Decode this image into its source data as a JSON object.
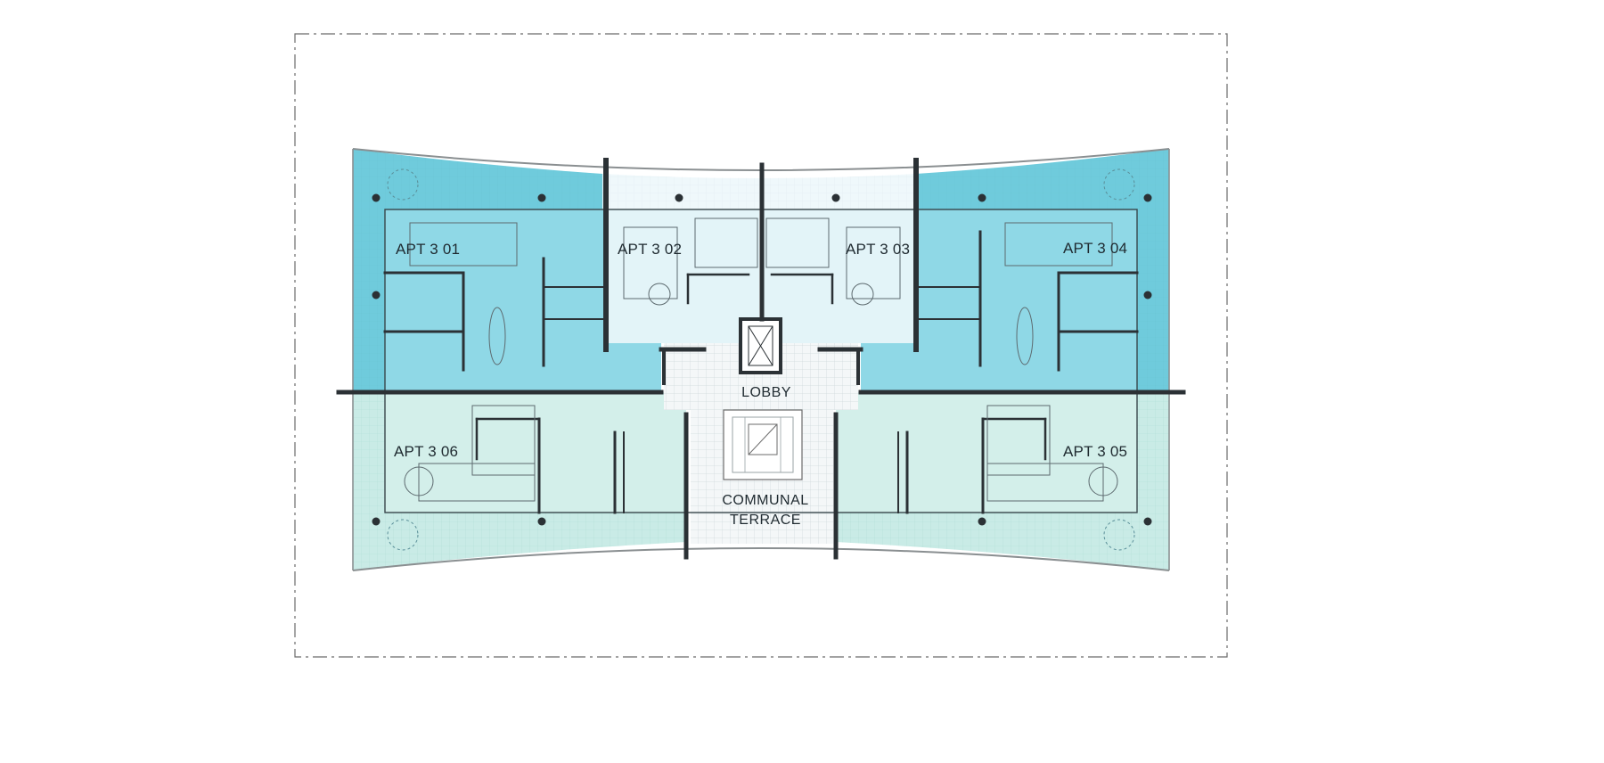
{
  "plan": {
    "apartments": [
      {
        "id": "apt-301",
        "label": "APT 3 01"
      },
      {
        "id": "apt-302",
        "label": "APT 3 02"
      },
      {
        "id": "apt-303",
        "label": "APT 3 03"
      },
      {
        "id": "apt-304",
        "label": "APT 3 04"
      },
      {
        "id": "apt-305",
        "label": "APT 3 05"
      },
      {
        "id": "apt-306",
        "label": "APT 3 06"
      }
    ],
    "core": {
      "lobby": "LOBBY",
      "terrace_line1": "COMMUNAL",
      "terrace_line2": "TERRACE"
    },
    "colors": {
      "apt_dark": "#4fc3d6",
      "apt_light": "#dff3f7",
      "apt_mint": "#bfe6e0",
      "balcony_dark": "#7fd3e0",
      "wall": "#2b3135",
      "boundary": "#6b6b6b"
    }
  }
}
